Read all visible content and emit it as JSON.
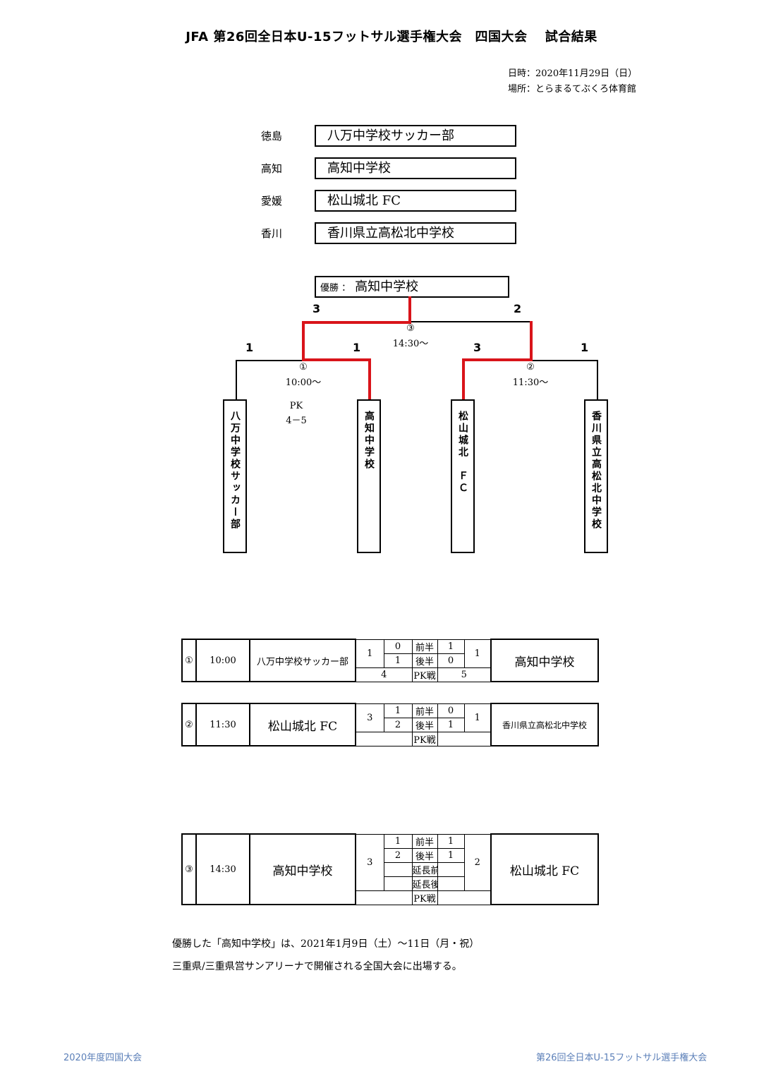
{
  "title": "JFA 第26回全日本U-15フットサル選手権大会　四国大会　 試合結果",
  "meta": {
    "date": "日時：2020年11月29日（日）",
    "venue": "場所：とらまるてぶくろ体育館"
  },
  "teams": [
    {
      "pref": "徳島",
      "name": "八万中学校サッカー部"
    },
    {
      "pref": "高知",
      "name": "高知中学校"
    },
    {
      "pref": "愛媛",
      "name": "松山城北 FC"
    },
    {
      "pref": "香川",
      "name": "香川県立高松北中学校"
    }
  ],
  "bracket": {
    "champion_label": "優勝 ：",
    "champion": "高知中学校",
    "final": {
      "no": "③",
      "time": "14:30～",
      "score_left": "3",
      "score_right": "2"
    },
    "sf1": {
      "no": "①",
      "time": "10:00～",
      "score_left": "1",
      "score_right": "1",
      "pk_label": "PK",
      "pk": "4－5"
    },
    "sf2": {
      "no": "②",
      "time": "11:30～",
      "score_left": "3",
      "score_right": "1"
    },
    "entries": [
      "八万中学校サッカー部",
      "高知中学校",
      "松山城北　ＦＣ",
      "香川県立高松北中学校"
    ]
  },
  "results": [
    {
      "no": "①",
      "time": "10:00",
      "home": "八万中学校サッカー部",
      "home_total": "1",
      "h1_home": "0",
      "h2_home": "1",
      "h1_away": "1",
      "h2_away": "0",
      "pk_home": "4",
      "pk_away": "5",
      "away_total": "1",
      "away": "高知中学校"
    },
    {
      "no": "②",
      "time": "11:30",
      "home": "松山城北 FC",
      "home_total": "3",
      "h1_home": "1",
      "h2_home": "2",
      "h1_away": "0",
      "h2_away": "1",
      "pk_home": "",
      "pk_away": "",
      "away_total": "1",
      "away": "香川県立高松北中学校"
    },
    {
      "no": "③",
      "time": "14:30",
      "home": "高知中学校",
      "home_total": "3",
      "h1_home": "1",
      "h2_home": "2",
      "h1_away": "1",
      "h2_away": "1",
      "pk_home": "",
      "pk_away": "",
      "away_total": "2",
      "away": "松山城北 FC"
    }
  ],
  "labels": {
    "first_half": "前半",
    "second_half": "後半",
    "et1": "延長前半",
    "et2": "延長後半",
    "pk": "PK戦"
  },
  "notes": [
    "優勝した「高知中学校」は、2021年1月9日（土）～11日（月・祝）",
    "三重県/三重県営サンアリーナで開催される全国大会に出場する。"
  ],
  "footer": {
    "left": "2020年度四国大会",
    "right": "第26回全日本U-15フットサル選手権大会"
  }
}
